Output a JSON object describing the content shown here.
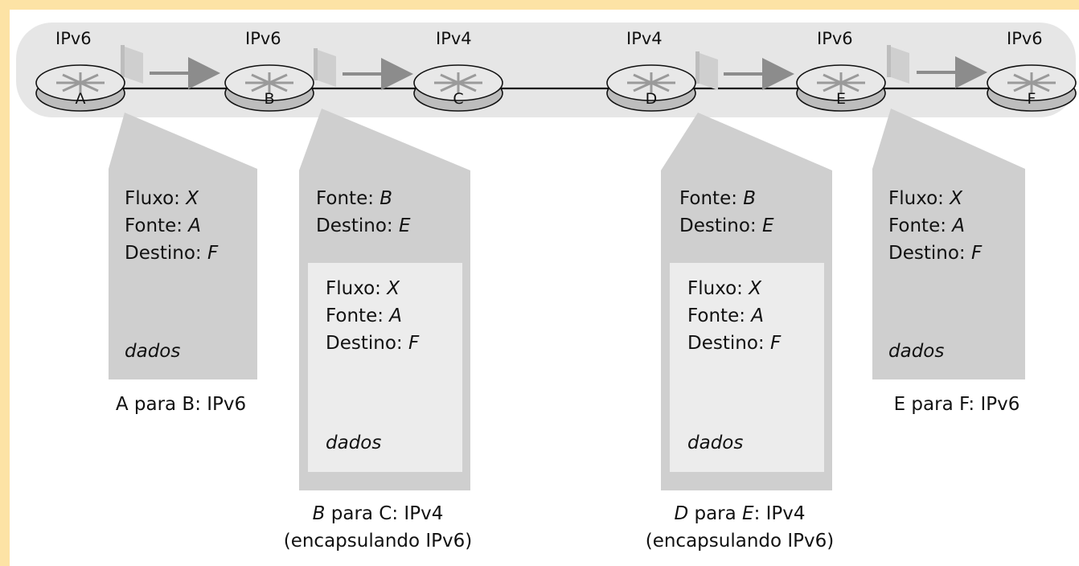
{
  "routers": [
    {
      "id": "A",
      "proto": "IPv6"
    },
    {
      "id": "B",
      "proto": "IPv6"
    },
    {
      "id": "C",
      "proto": "IPv4"
    },
    {
      "id": "D",
      "proto": "IPv4"
    },
    {
      "id": "E",
      "proto": "IPv6"
    },
    {
      "id": "F",
      "proto": "IPv6"
    }
  ],
  "boxes": {
    "ab": {
      "fields": [
        {
          "label": "Fluxo: ",
          "value": "X"
        },
        {
          "label": "Fonte: ",
          "value": "A"
        },
        {
          "label": "Destino: ",
          "value": "F"
        }
      ],
      "data": "dados",
      "caption": "A para B: IPv6"
    },
    "bc": {
      "outer": [
        {
          "label": "Fonte: ",
          "value": "B"
        },
        {
          "label": "Destino: ",
          "value": "E"
        }
      ],
      "inner": [
        {
          "label": "Fluxo: ",
          "value": "X"
        },
        {
          "label": "Fonte: ",
          "value": "A"
        },
        {
          "label": "Destino: ",
          "value": "F"
        }
      ],
      "data": "dados",
      "caption_from": "B",
      "caption_rest": " para C: IPv4",
      "caption_line2": "(encapsulando IPv6)"
    },
    "de": {
      "outer": [
        {
          "label": "Fonte: ",
          "value": "B"
        },
        {
          "label": "Destino: ",
          "value": "E"
        }
      ],
      "inner": [
        {
          "label": "Fluxo: ",
          "value": "X"
        },
        {
          "label": "Fonte: ",
          "value": "A"
        },
        {
          "label": "Destino: ",
          "value": "F"
        }
      ],
      "data": "dados",
      "caption_from": "D",
      "caption_mid": " para ",
      "caption_to": "E",
      "caption_rest": ": IPv4",
      "caption_line2": "(encapsulando IPv6)"
    },
    "ef": {
      "fields": [
        {
          "label": "Fluxo: ",
          "value": "X"
        },
        {
          "label": "Fonte: ",
          "value": "A"
        },
        {
          "label": "Destino: ",
          "value": "F"
        }
      ],
      "data": "dados",
      "caption": "E para F: IPv6"
    }
  },
  "colors": {
    "background": "#fde3a5",
    "band": "#e6e6e6",
    "packet": "#cfcfcf",
    "inner_packet": "#ececec",
    "arrow": "#8c8c8c"
  }
}
